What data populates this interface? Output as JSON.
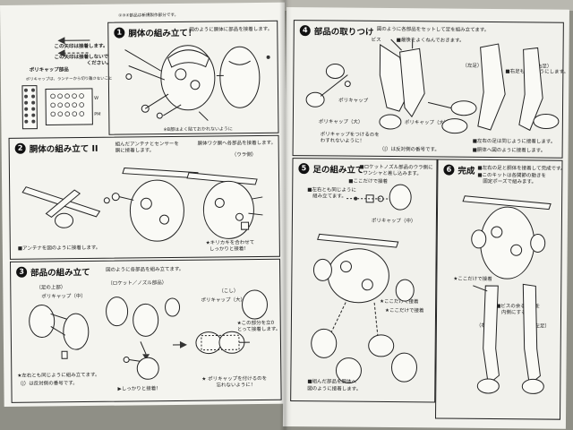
{
  "top_caption": "①③④部品は新規製作部分です。",
  "legend": {
    "line1": "この矢印は接着します。",
    "line2": "この矢印は接着しないで",
    "line2b": "ください。",
    "polycap_title": "ポリキャップ部品",
    "polycap_note": "ポリキャップは、ランナーから切り離さないこと",
    "tag_w": "W",
    "tag_pm": "PM"
  },
  "s1": {
    "number": "1",
    "title": "胴体の組み立て！",
    "note": "図のように胴体に部品を接着します。",
    "foot": "※B部はよく貼ておかれないように"
  },
  "s2": {
    "number": "2",
    "title": "胴体の組み立て II",
    "note1": "組んだアンテナとセンサーを",
    "note1b": "胴に接着します。",
    "note2": "胴体ワク胴へ各部品を接着します。",
    "part_label": "（ウラ側）",
    "antenna_note": "■アンテナを図のように接着します。",
    "tip": "★キリカキを合わせて",
    "tip2": "しっかりと接着！"
  },
  "s3": {
    "number": "3",
    "title": "部品の組み立て",
    "note": "図のように各部品を組み立てます。",
    "left_label": "（足の上部）",
    "polycap_mid": "ポリキャップ（中）",
    "rocket_label": "（ロケット／ノズル部品）",
    "koshi_label": "（こし）",
    "polycap_big": "ポリキャップ（大）",
    "hint1": "★この部分を立0",
    "hint1b": "とって接着します。",
    "foot1": "★左右とも同じように組み立てます。",
    "foot2": "（|）は反対側の番号です。",
    "foot3": "▶しっかりと接着！",
    "foot4": "★ ポリキャップを付けるのを",
    "foot4b": "忘れないように！"
  },
  "s4": {
    "number": "4",
    "title": "部品の取りつけ",
    "note": "図のように各部品をセットして足を組み立てます。",
    "screw_note": "ビス",
    "screw_note2": "■最後をよくねんでおきます。",
    "polycap_big": "ポリキャップ（大）",
    "polycap": "ポリキャップ",
    "left_label": "（左足）",
    "right_label": "（右足）",
    "right_note": "■右足も同じようにします。",
    "warn": "ポリキャップをつけるのを",
    "warn2": "わすれないように！",
    "foot": "（|）は反対側の番号です。",
    "foot2": "■左右の足は同じように接着します。",
    "foot3": "■胴体へ図のように接着します。"
  },
  "s5": {
    "number": "5",
    "title": "足の組み立て",
    "note": "■ロケットノズル部品のウラ側に",
    "note2": "ワンシャと差し込みます。",
    "glue": "■ここだけで接着",
    "same": "■左右とも同じように",
    "same2": "組み立てます。",
    "polycap_mid": "ポリキャップ（中）",
    "glue2": "★ここだけで接着",
    "glue3": "★ここだけで接着",
    "foot": "■組んだ部品を胴体へ",
    "foot2": "図のように接着します。"
  },
  "s6": {
    "number": "6",
    "title": "完成",
    "note": "■左右の足と胴体を接着して完成です。",
    "note2": "■このキットは各関節の動きを",
    "note3": "固定ポーズで組みます。",
    "here": "★ここだけで接着",
    "screw": "■ビスの余る部分を",
    "screw2": "内側にする。",
    "left": "（右足）",
    "right": "（左足）"
  }
}
